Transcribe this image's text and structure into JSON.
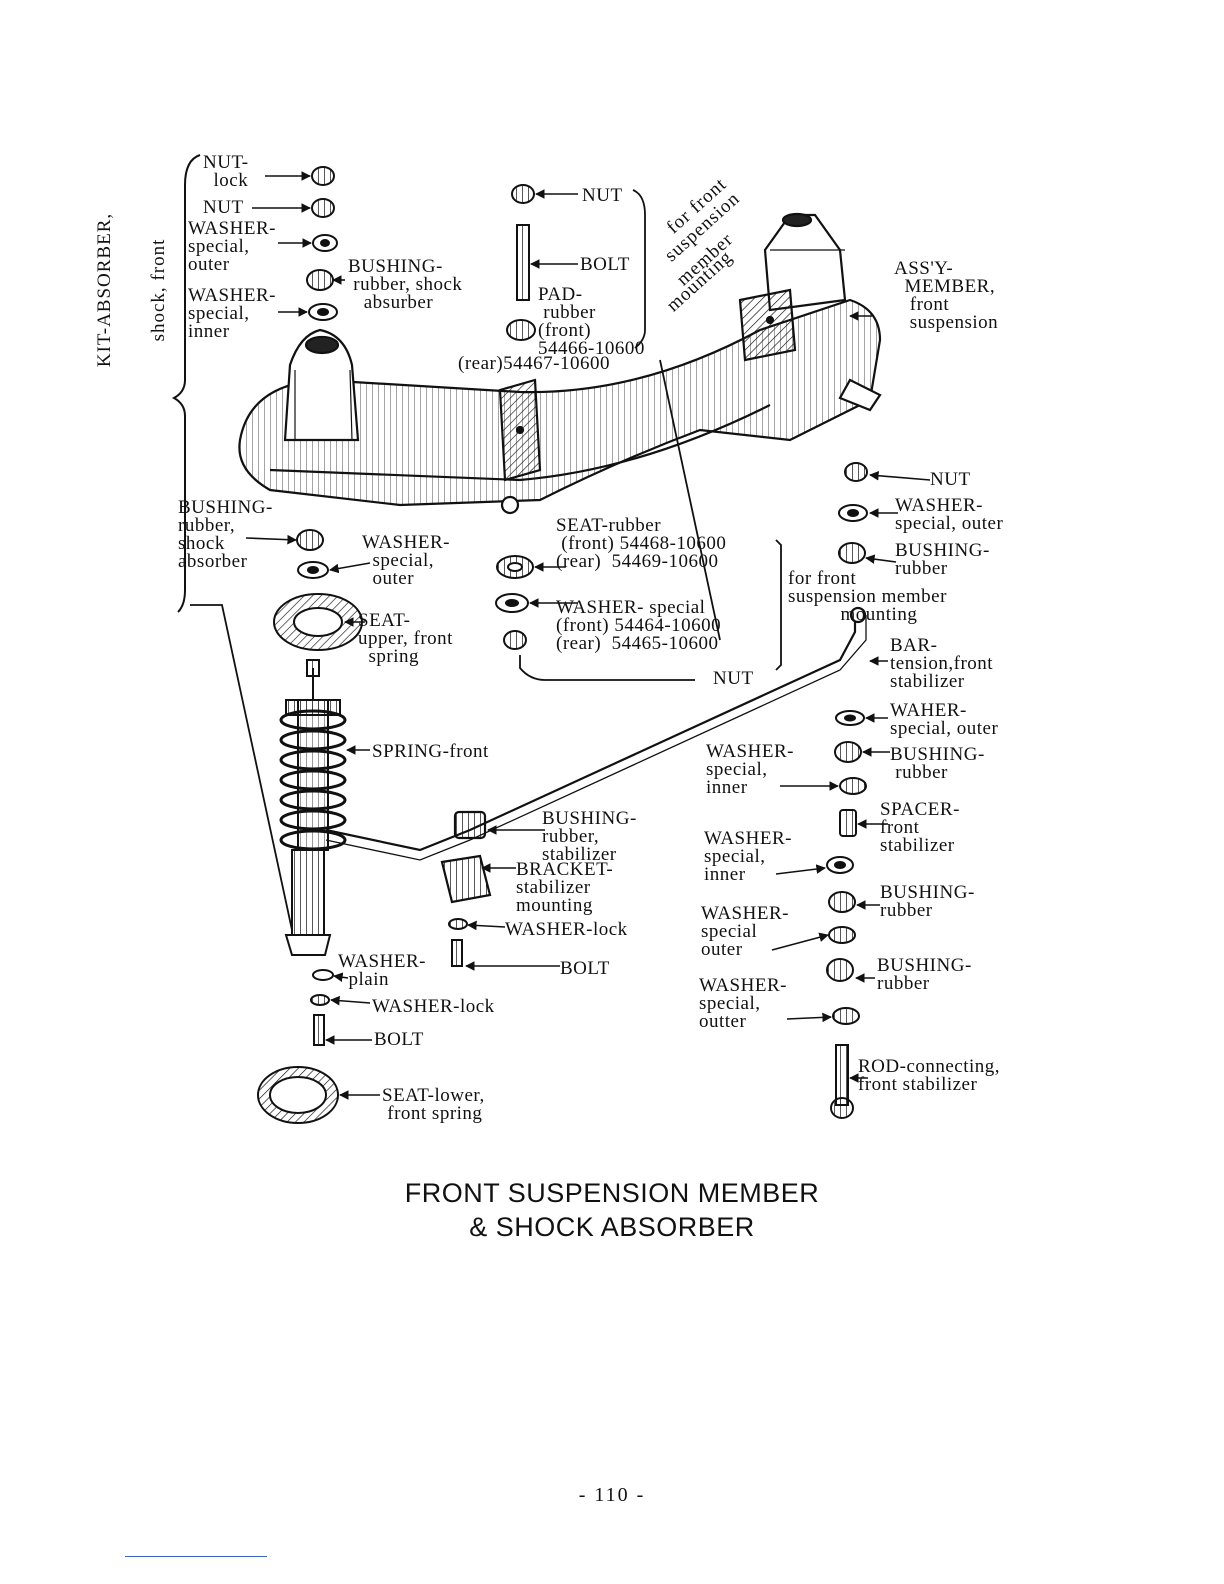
{
  "kit_label": {
    "line1": "KIT-ABSORBER,",
    "line2": "shock, front"
  },
  "mount_note": {
    "line1": "for front",
    "line2": "suspension",
    "line3": "member",
    "line4": "mounting"
  },
  "labels": {
    "nut_lock": "NUT-\n  lock",
    "nut_top_left": "NUT",
    "washer_special_outer_top": "WASHER-\nspecial,\nouter",
    "washer_special_inner_top": "WASHER-\nspecial,\ninner",
    "bushing_shock_top": "BUSHING-\n rubber, shock\n   absurber",
    "nut_mount": "NUT",
    "bolt_mount": "BOLT",
    "pad_rubber": "PAD-\n rubber\n(front)\n54466-10600",
    "pad_rear": "(rear)54467-10600",
    "assy_member": "ASS'Y-\n  MEMBER,\n   front\n   suspension",
    "bushing_shock_lower": "BUSHING-\nrubber,\nshock\nabsorber",
    "washer_special_outer_mid": "WASHER-\n  special,\n  outer",
    "seat_rubber": "SEAT-rubber\n (front) 54468-10600\n(rear)  54469-10600",
    "washer_special_mid": "WASHER- special\n(front) 54464-10600\n(rear)  54465-10600",
    "nut_mid": "NUT",
    "for_front_member": "for front\nsuspension member\n          mounting",
    "seat_upper": "SEAT-\nupper, front\n  spring",
    "nut_right": "NUT",
    "washer_special_outer_right": "WASHER-\nspecial, outer",
    "bushing_rubber_right_top": "BUSHING-\nrubber",
    "bar_tension": "BAR-\ntension,front\nstabilizer",
    "waher_special_outer": "WAHER-\nspecial, outer",
    "washer_special_inner_r1": "WASHER-\nspecial,\ninner",
    "bushing_rubber_r2": "BUSHING-\n rubber",
    "spring_front": "SPRING-front",
    "bushing_stabilizer": "BUSHING-\nrubber,\nstabilizer",
    "spacer_front": "SPACER-\nfront\nstabilizer",
    "bracket_stabilizer": "BRACKET-\nstabilizer\nmounting",
    "washer_special_inner_r2": "WASHER-\nspecial,\ninner",
    "bushing_rubber_r3": "BUSHING-\nrubber",
    "washer_lock_mid": "WASHER-lock",
    "washer_special_outer_r3": "WASHER-\nspecial\nouter",
    "washer_plain": "WASHER-\n  plain",
    "bolt_lower": "BOLT",
    "bushing_rubber_r4": "BUSHING-\nrubber",
    "washer_special_outter": "WASHER-\nspecial,\noutter",
    "washer_lock_lower": "WASHER-lock",
    "bolt_bottom": "BOLT",
    "rod_connecting": "ROD-connecting,\nfront stabilizer",
    "seat_lower": "SEAT-lower,\n front spring"
  },
  "title": {
    "line1": "FRONT SUSPENSION MEMBER",
    "line2": "& SHOCK ABSORBER"
  },
  "page_number": "- 110 -"
}
